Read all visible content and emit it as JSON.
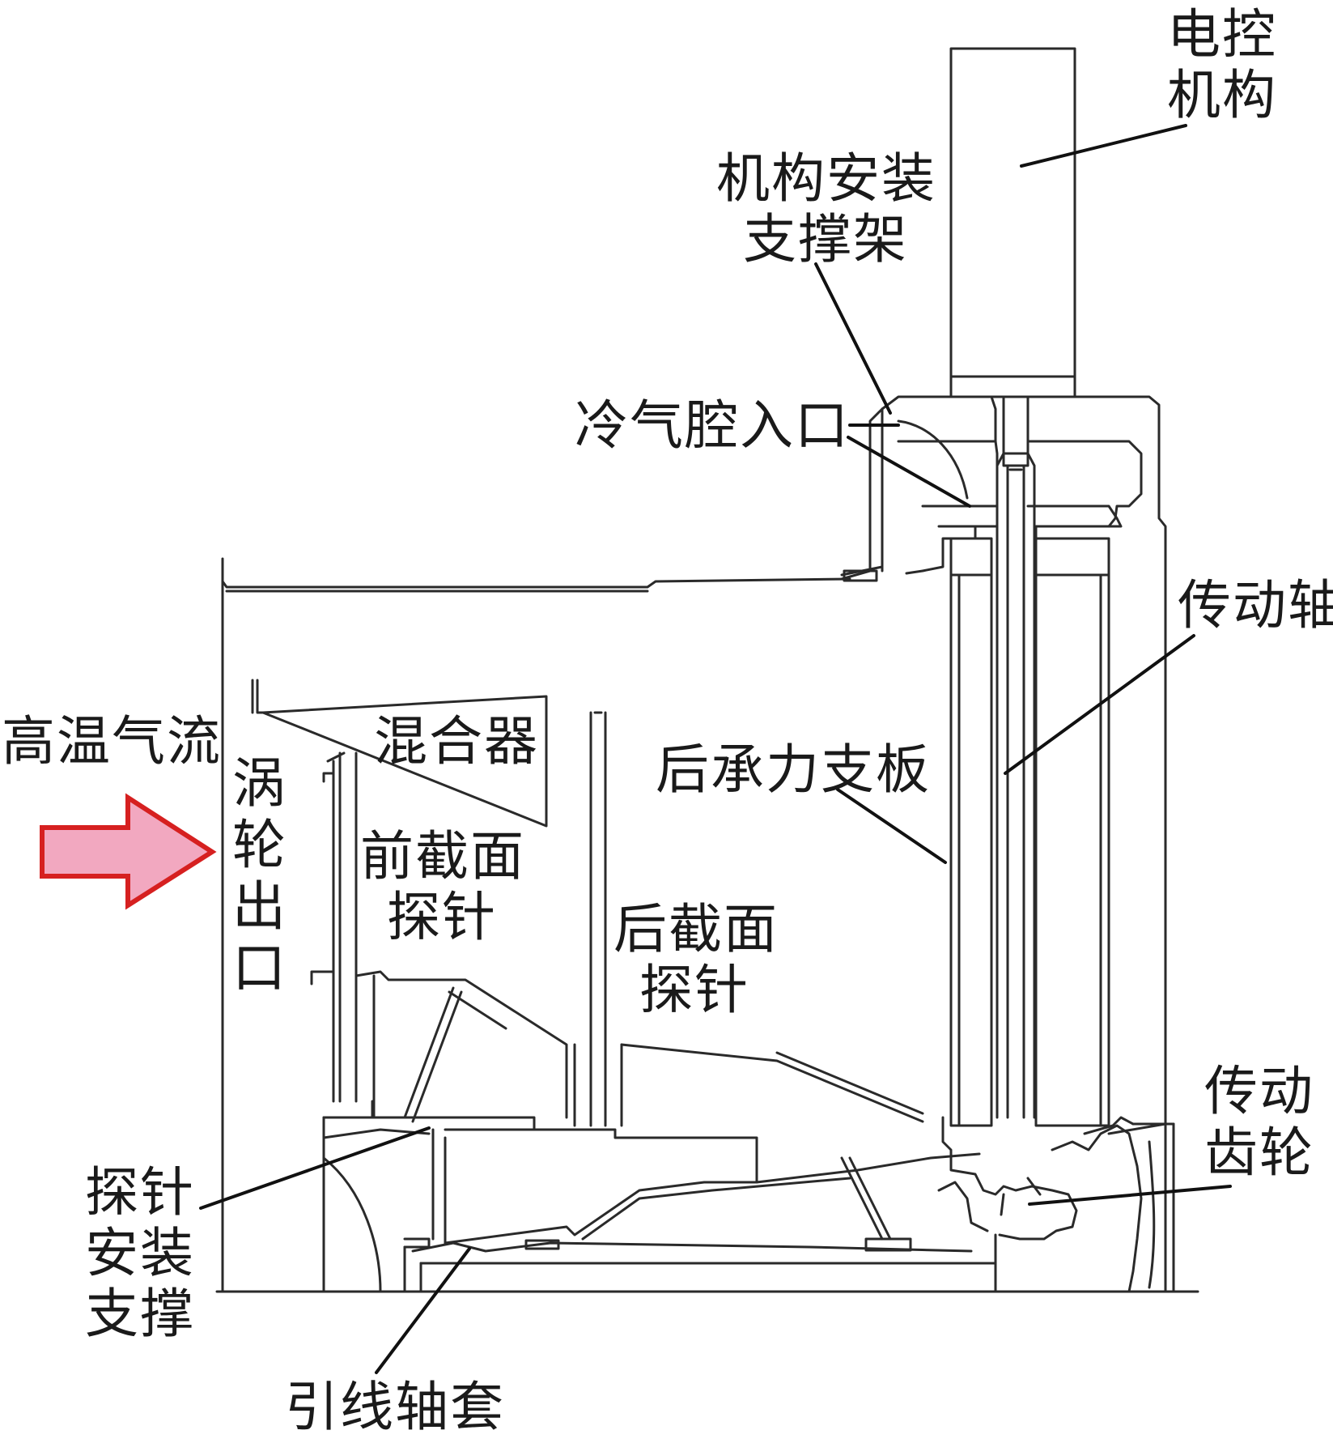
{
  "colors": {
    "line": "#2a2a2a",
    "background": "#ffffff",
    "arrow_fill": "#f2a8c0",
    "arrow_stroke": "#d62020"
  },
  "labels": {
    "electric_control_1": "电控",
    "electric_control_2": "机构",
    "mount_bracket_1": "机构安装",
    "mount_bracket_2": "支撑架",
    "cold_air_inlet": "冷气腔入口",
    "drive_shaft": "传动轴",
    "hot_airflow": "高温气流",
    "turbine_outlet": "涡轮出口",
    "mixer": "混合器",
    "rear_strut": "后承力支板",
    "front_probe_1": "前截面",
    "front_probe_2": "探针",
    "rear_probe_1": "后截面",
    "rear_probe_2": "探针",
    "drive_gear_1": "传动",
    "drive_gear_2": "齿轮",
    "probe_support_1": "探针",
    "probe_support_2": "安装",
    "probe_support_3": "支撑",
    "lead_sleeve": "引线轴套"
  },
  "icons": {
    "flow_arrow": "right-arrow-icon"
  }
}
